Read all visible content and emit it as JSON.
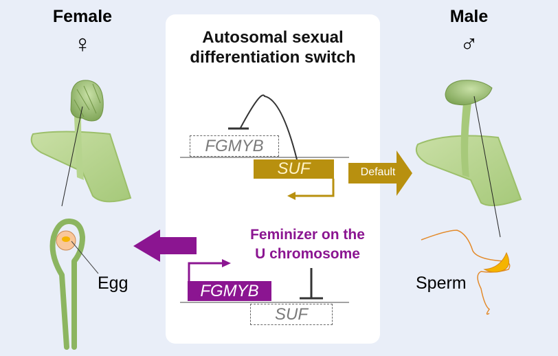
{
  "colors": {
    "background": "#e9eef8",
    "panel": "#ffffff",
    "gold": "#b8900f",
    "purple": "#8b1591",
    "plant_green": "#a8c878",
    "archegonium_green": "#8cb560",
    "egg": "#f9c79a",
    "sperm": "#e38a2a"
  },
  "female": {
    "label": "Female",
    "symbol": "♀",
    "icon": "female-gametophyte-plant-icon",
    "cell_label": "Egg"
  },
  "male": {
    "label": "Male",
    "symbol": "♂",
    "icon": "male-gametophyte-plant-icon",
    "cell_label": "Sperm"
  },
  "switch_panel": {
    "title": "Autosomal sexual differentiation switch",
    "autosomal": {
      "repressed_gene": "FGMYB",
      "active_gene": "SUF",
      "default_arrow_label": "Default"
    },
    "feminizer": {
      "label_line1": "Feminizer on the",
      "label_line2": "U chromosome",
      "active_gene": "FGMYB",
      "repressed_gene": "SUF"
    }
  }
}
